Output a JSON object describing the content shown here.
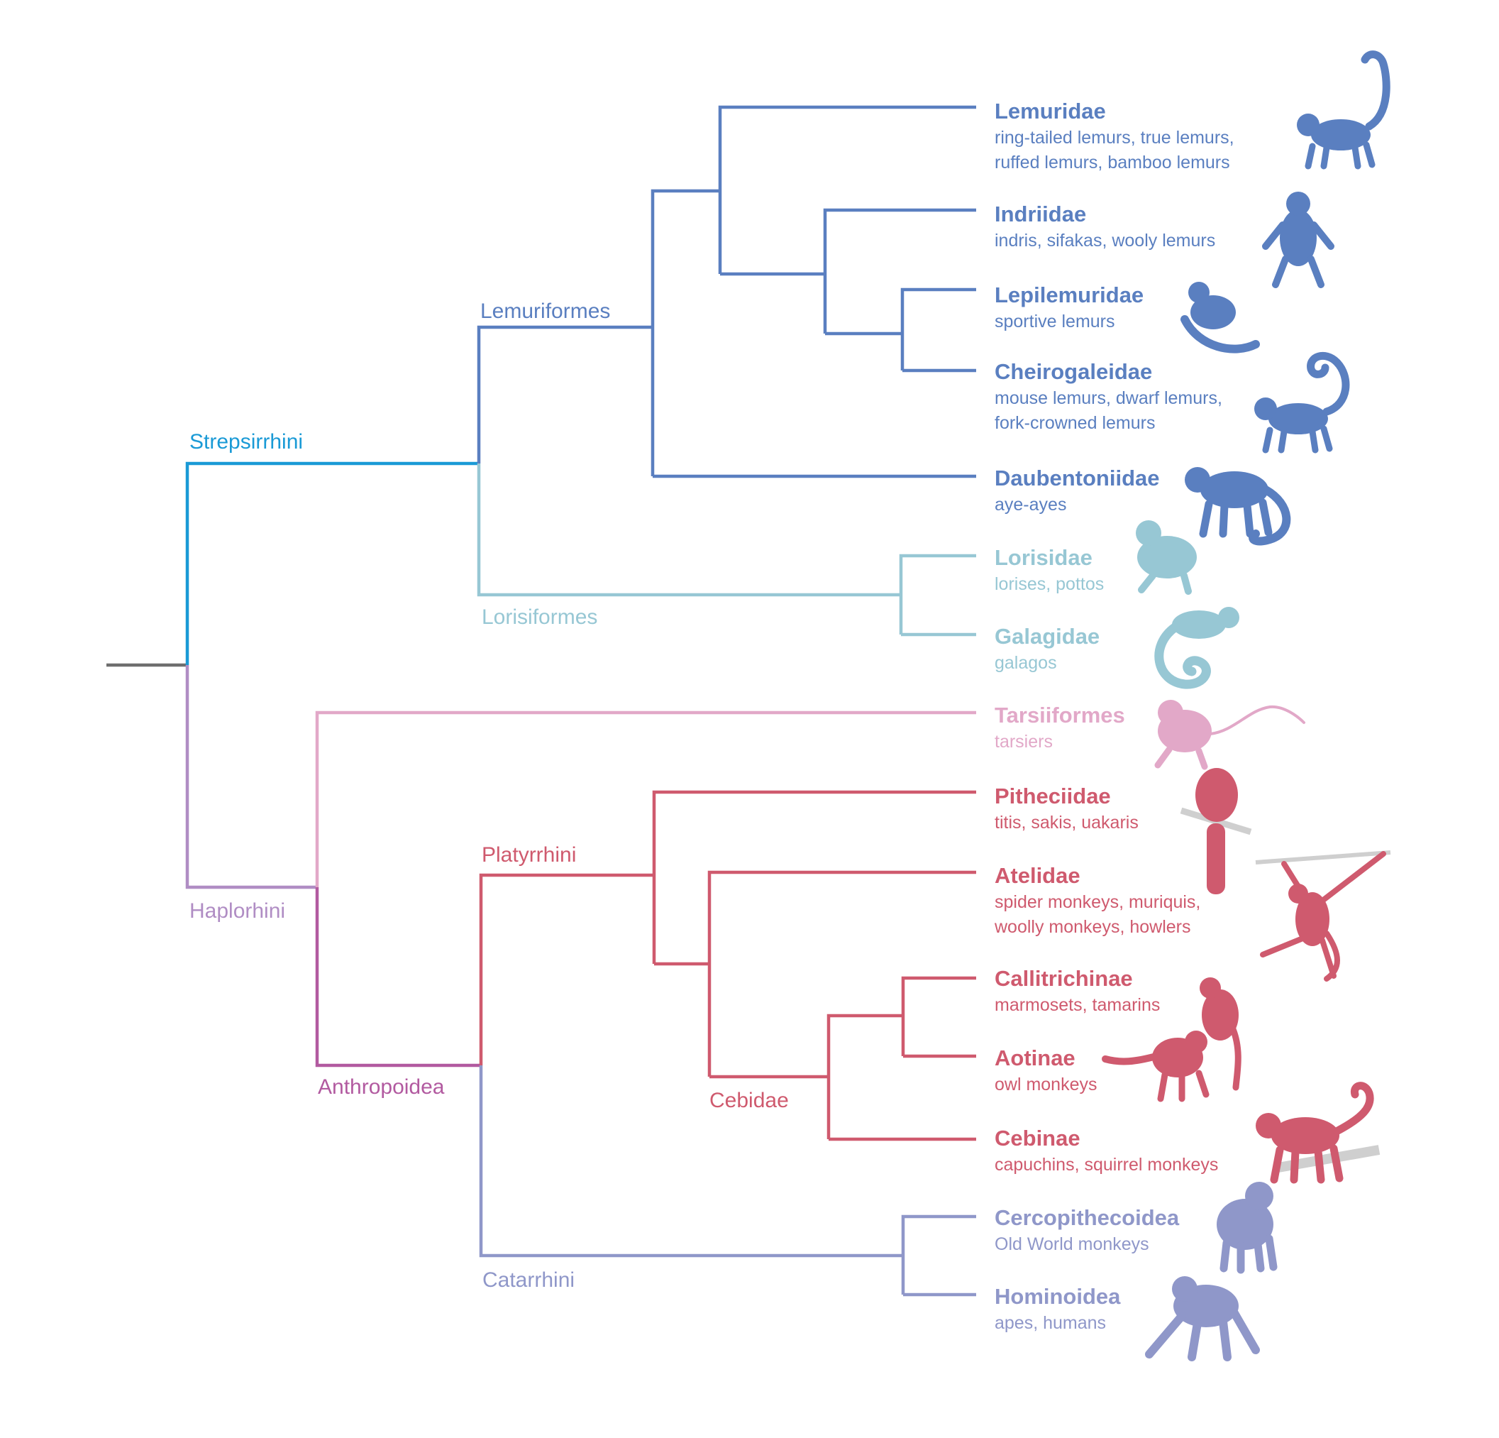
{
  "colors": {
    "root": "#6e6e6e",
    "strepsirrhini": "#1a9ad6",
    "lemuriformes": "#5a7fc0",
    "lorisiformes": "#97c7d4",
    "haplorhini": "#b08dc4",
    "tarsiiformes": "#e2a8c8",
    "anthropoidea": "#b25aa0",
    "platyrrhini": "#cf5a6e",
    "catarrhini": "#8f97c9",
    "branch_gray": "#cfcfcf"
  },
  "clades": {
    "strepsirrhini": "Strepsirrhini",
    "lemuriformes": "Lemuriformes",
    "lorisiformes": "Lorisiformes",
    "haplorhini": "Haplorhini",
    "anthropoidea": "Anthropoidea",
    "platyrrhini": "Platyrrhini",
    "cebidae": "Cebidae",
    "catarrhini": "Catarrhini"
  },
  "leaves": [
    {
      "name": "Lemuridae",
      "desc": [
        "ring-tailed lemurs, true lemurs,",
        "ruffed lemurs, bamboo lemurs"
      ],
      "icon": "ring-tailed-lemur-icon",
      "color": "#5a7fc0"
    },
    {
      "name": "Indriidae",
      "desc": [
        "indris, sifakas, wooly lemurs"
      ],
      "icon": "sifaka-icon",
      "color": "#5a7fc0"
    },
    {
      "name": "Lepilemuridae",
      "desc": [
        "sportive lemurs"
      ],
      "icon": "sportive-lemur-icon",
      "color": "#5a7fc0"
    },
    {
      "name": "Cheirogaleidae",
      "desc": [
        "mouse lemurs, dwarf lemurs,",
        "fork-crowned lemurs"
      ],
      "icon": "mouse-lemur-icon",
      "color": "#5a7fc0"
    },
    {
      "name": "Daubentoniidae",
      "desc": [
        "aye-ayes"
      ],
      "icon": "aye-aye-icon",
      "color": "#5a7fc0"
    },
    {
      "name": "Lorisidae",
      "desc": [
        "lorises, pottos"
      ],
      "icon": "loris-icon",
      "color": "#97c7d4"
    },
    {
      "name": "Galagidae",
      "desc": [
        "galagos"
      ],
      "icon": "galago-icon",
      "color": "#97c7d4"
    },
    {
      "name": "Tarsiiformes",
      "desc": [
        "tarsiers"
      ],
      "icon": "tarsier-icon",
      "color": "#e2a8c8"
    },
    {
      "name": "Pitheciidae",
      "desc": [
        "titis, sakis, uakaris"
      ],
      "icon": "saki-icon",
      "color": "#cf5a6e"
    },
    {
      "name": "Atelidae",
      "desc": [
        "spider monkeys, muriquis,",
        "woolly monkeys, howlers"
      ],
      "icon": "spider-monkey-icon",
      "color": "#cf5a6e"
    },
    {
      "name": "Callitrichinae",
      "desc": [
        "marmosets, tamarins"
      ],
      "icon": "marmoset-icon",
      "color": "#cf5a6e"
    },
    {
      "name": "Aotinae",
      "desc": [
        "owl monkeys"
      ],
      "icon": "owl-monkey-icon",
      "color": "#cf5a6e"
    },
    {
      "name": "Cebinae",
      "desc": [
        "capuchins, squirrel monkeys"
      ],
      "icon": "capuchin-icon",
      "color": "#cf5a6e"
    },
    {
      "name": "Cercopithecoidea",
      "desc": [
        "Old World monkeys"
      ],
      "icon": "baboon-icon",
      "color": "#8f97c9"
    },
    {
      "name": "Hominoidea",
      "desc": [
        "apes, humans"
      ],
      "icon": "chimpanzee-icon",
      "color": "#8f97c9"
    }
  ]
}
